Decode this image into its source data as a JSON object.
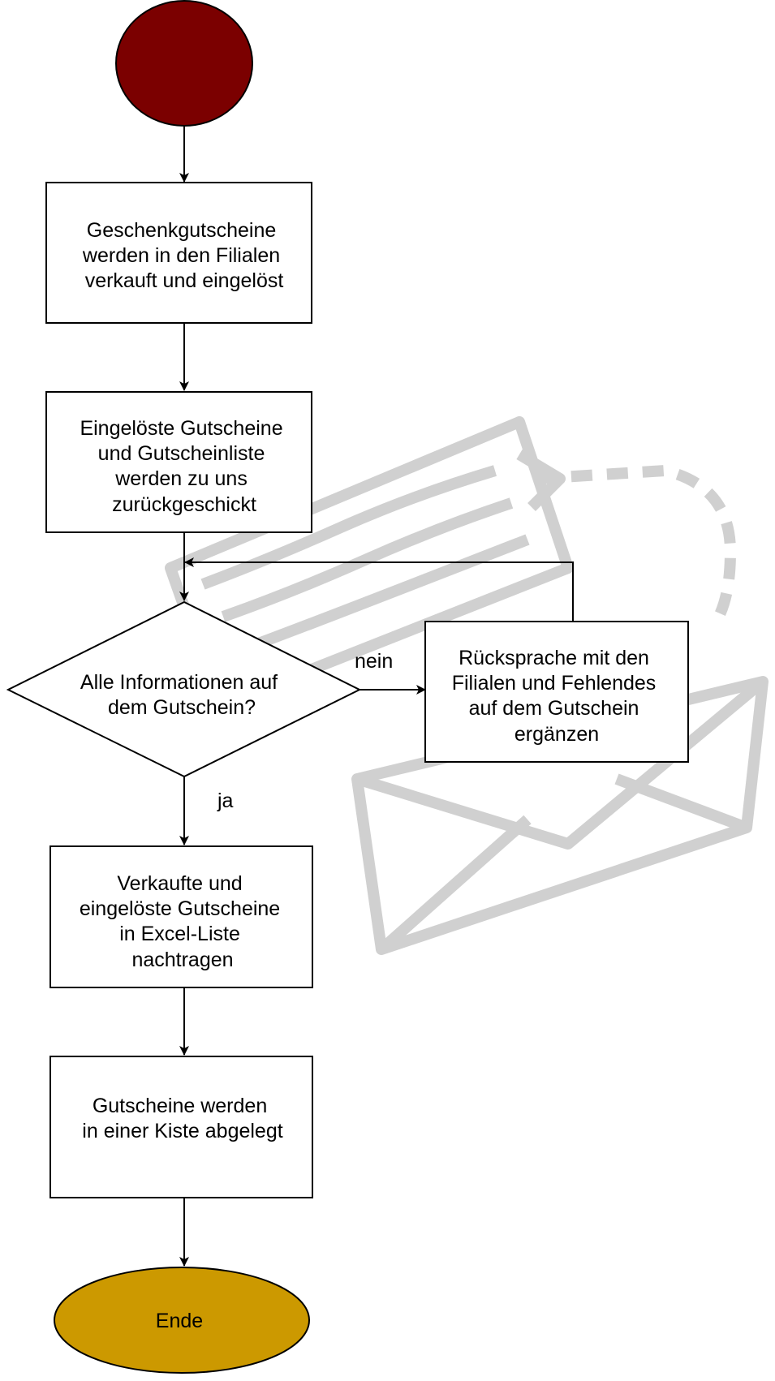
{
  "colors": {
    "start": "#7b0000",
    "end": "#cc9900",
    "stroke": "#000000",
    "watermark": "#c8c8c8"
  },
  "flow": {
    "start_label": "",
    "step1": [
      "Geschenkgutscheine",
      "werden in den Filialen",
      "verkauft und eingelöst"
    ],
    "step2": [
      "Eingelöste Gutscheine",
      "und Gutscheinliste",
      "werden zu uns",
      "zurückgeschickt"
    ],
    "decision": [
      "Alle Informationen auf",
      "dem Gutschein?"
    ],
    "side_step": [
      "Rücksprache mit den",
      "Filialen und Fehlendes",
      "auf dem Gutschein",
      "ergänzen"
    ],
    "no_label": "nein",
    "yes_label": "ja",
    "step3": [
      "Verkaufte und",
      "eingelöste Gutscheine",
      "in Excel-Liste",
      "nachtragen"
    ],
    "step4": [
      "Gutscheine werden",
      "in einer Kiste abgelegt"
    ],
    "end_label": "Ende"
  },
  "watermark_icon": "envelope-icon"
}
